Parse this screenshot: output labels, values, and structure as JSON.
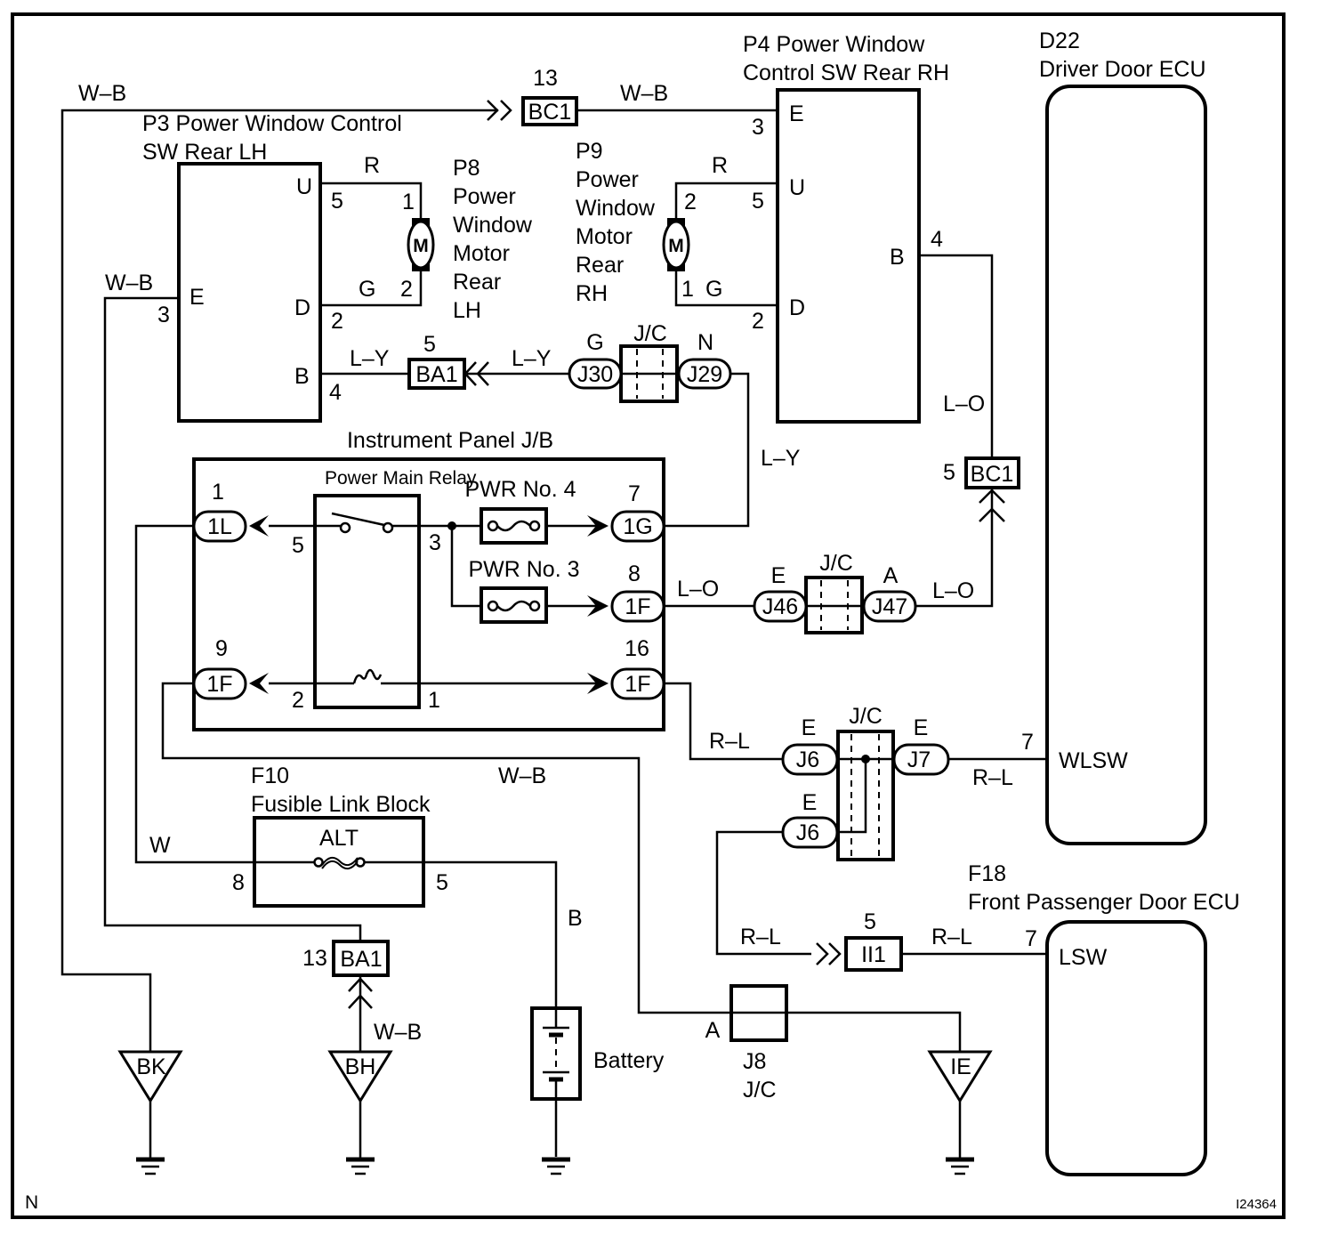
{
  "diagram": {
    "type": "wiring-diagram",
    "figure_id": "I24364",
    "page_marker": "N",
    "colors": {
      "line": "#000000",
      "background": "#ffffff"
    }
  },
  "components": {
    "p3": {
      "code": "P3",
      "title_line1": "P3 Power Window Control",
      "title_line2": "SW Rear LH",
      "pins": {
        "U": "U",
        "E": "E",
        "D": "D",
        "B": "B"
      },
      "pin_numbers": {
        "U": "5",
        "E": "3",
        "D": "2",
        "B": "4"
      }
    },
    "p4": {
      "code": "P4",
      "title_line1": "P4 Power Window",
      "title_line2": "Control SW Rear RH",
      "pins": {
        "E": "E",
        "U": "U",
        "B": "B",
        "D": "D"
      },
      "pin_numbers": {
        "E": "3",
        "U": "5",
        "B": "4",
        "D": "2"
      }
    },
    "p8": {
      "lines": [
        "P8",
        "Power",
        "Window",
        "Motor",
        "Rear",
        "LH"
      ],
      "symbol": "M",
      "pin_top": "1",
      "pin_bottom": "2"
    },
    "p9": {
      "lines": [
        "P9",
        "Power",
        "Window",
        "Motor",
        "Rear",
        "RH"
      ],
      "symbol": "M",
      "pin_top": "2",
      "pin_bottom": "1"
    },
    "d22": {
      "title_line1": "D22",
      "title_line2": "Driver Door ECU",
      "pin_label": "WLSW",
      "pin_number": "7"
    },
    "f18": {
      "title_line1": "F18",
      "title_line2": "Front Passenger Door ECU",
      "pin_label": "LSW",
      "pin_number": "7"
    },
    "jb": {
      "title": "Instrument Panel J/B",
      "relay_label": "Power Main Relay",
      "relay_pins": {
        "p5": "5",
        "p3": "3",
        "p2": "2",
        "p1": "1"
      },
      "fuse4": "PWR No. 4",
      "fuse3": "PWR No. 3",
      "connectors": [
        {
          "id": "1L",
          "pin": "1"
        },
        {
          "id": "1F",
          "pin": "9"
        },
        {
          "id": "1G",
          "pin": "7"
        },
        {
          "id": "1F",
          "pin": "8"
        },
        {
          "id": "1F",
          "pin": "16"
        }
      ]
    },
    "f10": {
      "title_line1": "F10",
      "title_line2": "Fusible Link Block",
      "fuse_label": "ALT",
      "pin_left": "8",
      "pin_right": "5"
    },
    "battery": {
      "label": "Battery"
    },
    "j8": {
      "title_line1": "J8",
      "title_line2": "J/C",
      "pin": "A"
    },
    "jc_top": {
      "label": "J/C",
      "left": {
        "id": "J30",
        "pin": "G"
      },
      "right": {
        "id": "J29",
        "pin": "N"
      }
    },
    "jc_mid": {
      "label": "J/C",
      "left": {
        "id": "J46",
        "pin": "E"
      },
      "right": {
        "id": "J47",
        "pin": "A"
      }
    },
    "jc_low": {
      "label": "J/C",
      "left_top": {
        "id": "J6",
        "pin": "E"
      },
      "left_bottom": {
        "id": "J6",
        "pin": "E"
      },
      "right": {
        "id": "J7",
        "pin": "E"
      }
    },
    "connectors": {
      "bc1_top": {
        "id": "BC1",
        "pin": "13"
      },
      "bc1_right": {
        "id": "BC1",
        "pin": "5"
      },
      "ba1_top": {
        "id": "BA1",
        "pin": "5"
      },
      "ba1_bottom": {
        "id": "BA1",
        "pin": "13"
      },
      "ii1": {
        "id": "II1",
        "pin": "5"
      }
    },
    "grounds": [
      {
        "id": "BK"
      },
      {
        "id": "BH"
      },
      {
        "id": "IE"
      }
    ]
  },
  "wire_colors": {
    "wb_top_left": "W–B",
    "wb_top_right": "W–B",
    "wb_p3_e": "W–B",
    "r_p8": "R",
    "g_p8": "G",
    "r_p9": "R",
    "g_p9": "G",
    "ly_p3": "L–Y",
    "ly_mid": "L–Y",
    "ly_vert": "L–Y",
    "lo_vert": "L–O",
    "lo_1f": "L–O",
    "lo_j47": "L–O",
    "rl_1f16": "R–L",
    "rl_j7": "R–L",
    "rl_j6": "R–L",
    "rl_ii1": "R–L",
    "wb_mid": "W–B",
    "w_f10": "W",
    "b_batt": "B",
    "wb_bh": "W–B"
  }
}
